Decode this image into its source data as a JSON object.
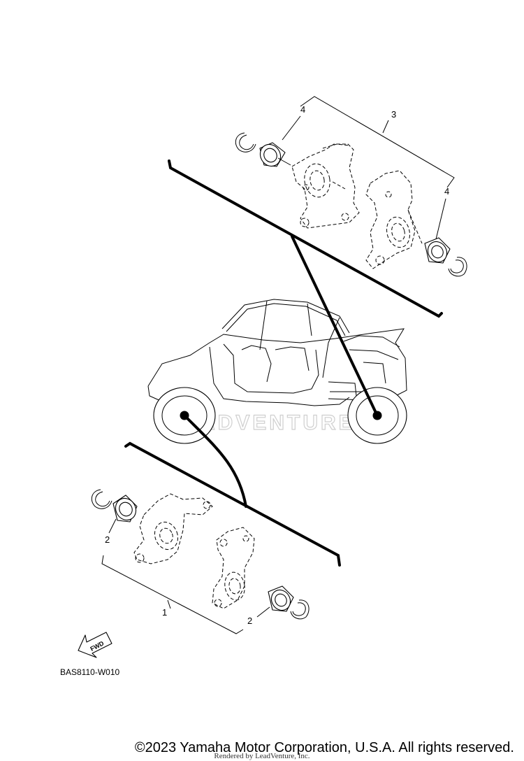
{
  "callouts": {
    "top_bracket": "3",
    "top_left_bearing": "4",
    "top_right_bearing": "4",
    "bottom_bracket": "1",
    "bottom_left_bearing": "2",
    "bottom_right_bearing": "2"
  },
  "diagram_code": "BAS8110-W010",
  "fwd_label": "FWD",
  "watermark": "ADVENTURE",
  "copyright": "©2023 Yamaha Motor Corporation, U.S.A. All rights reserved.",
  "rendered_by": "Rendered by LeadVenture, Inc."
}
